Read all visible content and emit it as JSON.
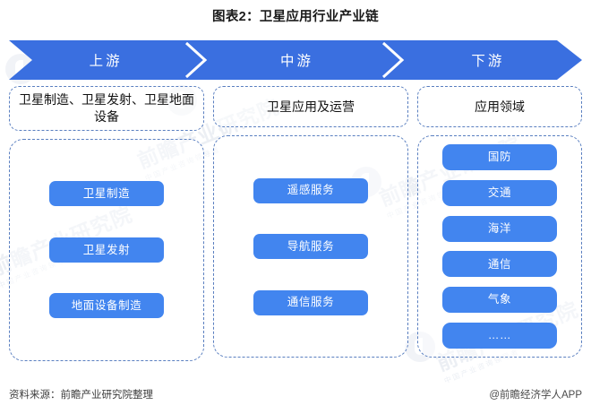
{
  "title": "图表2：卫星应用行业产业链",
  "banner": {
    "segments": [
      {
        "label": "上游"
      },
      {
        "label": "中游"
      },
      {
        "label": "下游"
      }
    ],
    "color": "#3a6fe0"
  },
  "columns": [
    {
      "key": "upstream",
      "header": "卫星制造、卫星发射、卫星地面设备",
      "nodes": [
        "卫星制造",
        "卫星发射",
        "地面设备制造"
      ]
    },
    {
      "key": "midstream",
      "header": "卫星应用及运营",
      "nodes": [
        "遥感服务",
        "导航服务",
        "通信服务"
      ]
    },
    {
      "key": "downstream",
      "header": "应用领域",
      "nodes": [
        "国防",
        "交通",
        "海洋",
        "通信",
        "气象",
        "……"
      ]
    }
  ],
  "node_color": "#4285ef",
  "footer": {
    "source": "资料来源：前瞻产业研究院整理",
    "brand": "@前瞻经济学人APP"
  },
  "watermarks": [
    "前瞻产业研究院",
    "前瞻产业研究院",
    "前瞻产业研究院",
    "前瞻产业研究院"
  ]
}
